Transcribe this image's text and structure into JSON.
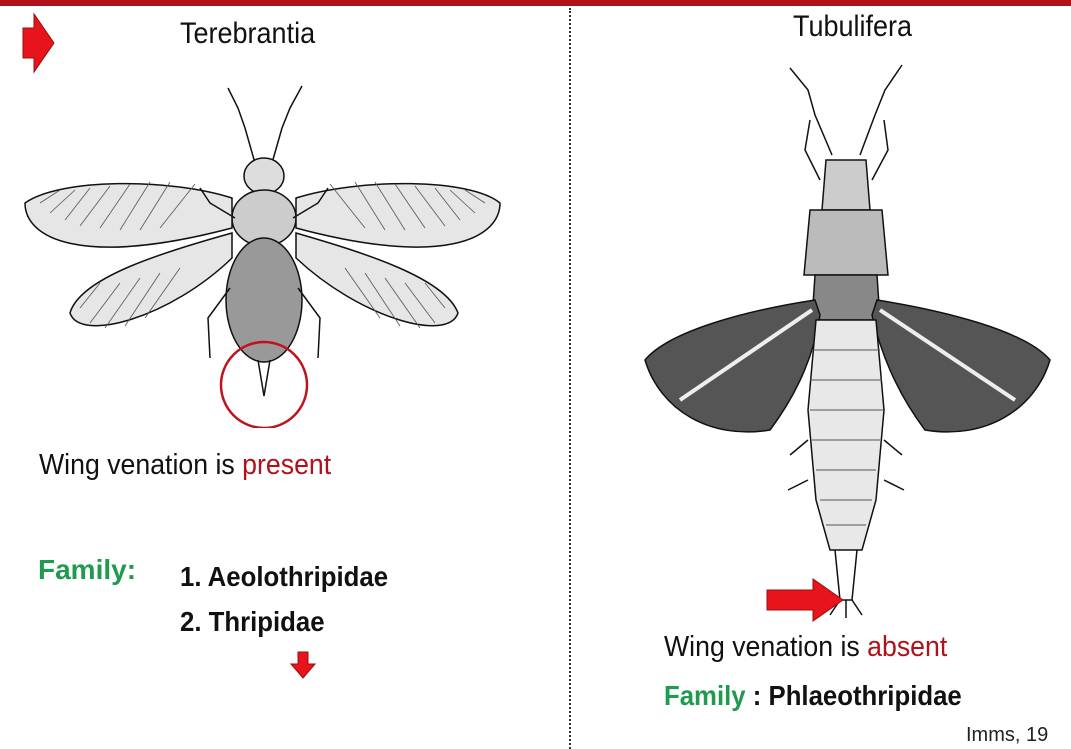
{
  "left": {
    "title": "Terebrantia",
    "venation_prefix": "Wing venation is ",
    "venation_state": "present",
    "family_label": "Family:",
    "families": [
      "1. Aeolothripidae",
      "2. Thripidae"
    ]
  },
  "right": {
    "title": "Tubulifera",
    "venation_prefix": "Wing venation is ",
    "venation_state": "absent",
    "family_label": "Family",
    "family_sep": " : ",
    "family": "Phlaeothripidae"
  },
  "citation": "Imms, 19",
  "colors": {
    "accent_red": "#b0121b",
    "family_green": "#1f9a4e",
    "arrow_red": "#e8141b"
  }
}
